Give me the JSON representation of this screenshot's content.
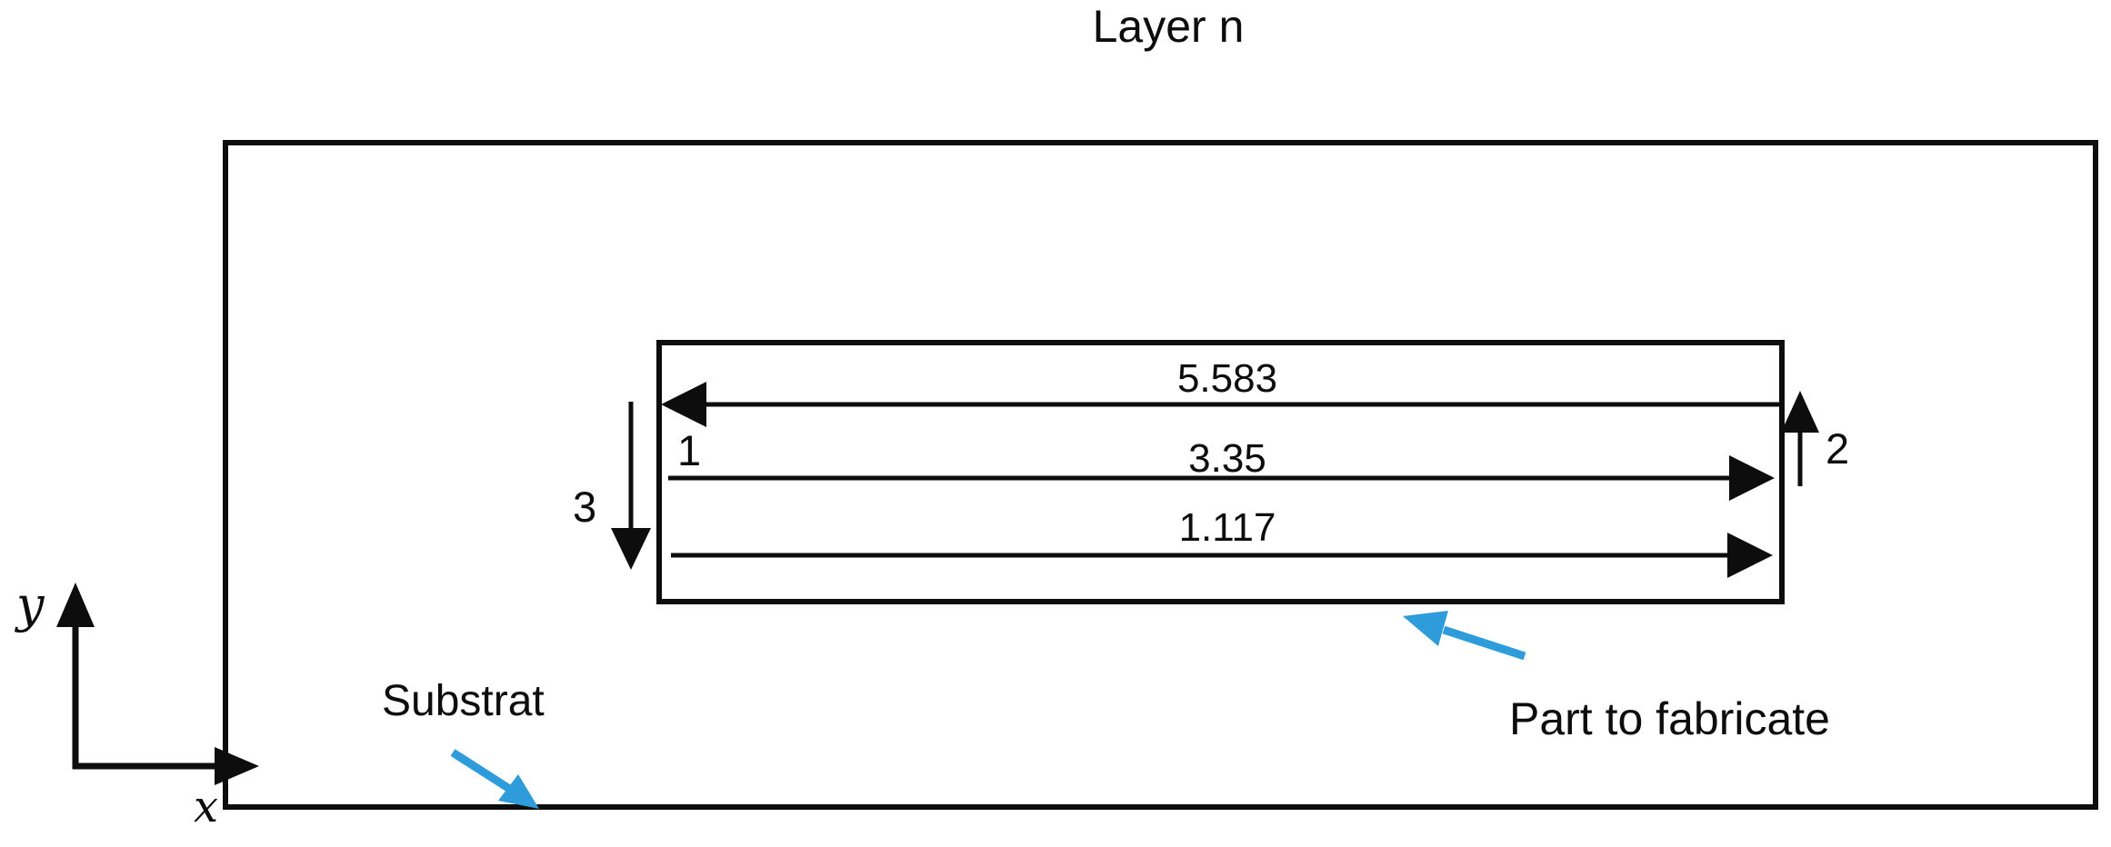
{
  "title": "Layer n",
  "labels": {
    "substrate": "Substrat",
    "part": "Part to fabricate",
    "axis_x": "x",
    "axis_y": "y"
  },
  "segments": [
    {
      "length": "5.583",
      "direction": "left"
    },
    {
      "length": "3.35",
      "direction": "right"
    },
    {
      "length": "1.117",
      "direction": "right"
    }
  ],
  "markers": [
    {
      "label": "1",
      "arrow": "none"
    },
    {
      "label": "2",
      "arrow": "up"
    },
    {
      "label": "3",
      "arrow": "down"
    }
  ],
  "colors": {
    "ink": "#0d0d0d",
    "accent": "#2e9bda"
  }
}
